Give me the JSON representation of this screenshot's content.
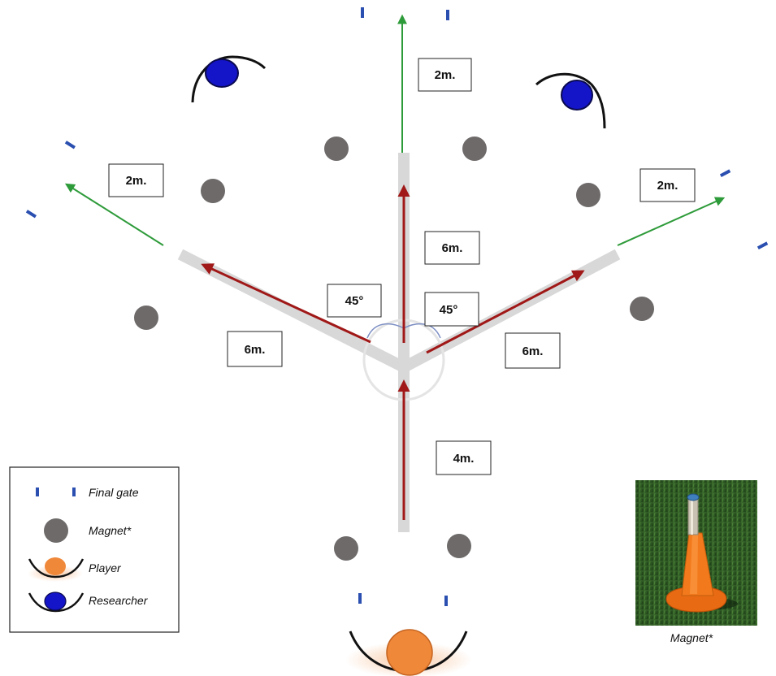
{
  "distances": {
    "top_extension": "2m.",
    "left_extension": "2m.",
    "right_extension": "2m.",
    "center_up": "6m.",
    "left_diagonal": "6m.",
    "right_diagonal": "6m.",
    "approach": "4m."
  },
  "angles": {
    "left": "45°",
    "right": "45°"
  },
  "legend": {
    "final_gate": "Final gate",
    "magnet": "Magnet*",
    "player": "Player",
    "researcher": "Researcher"
  },
  "photo_caption": "Magnet*",
  "colors": {
    "path": "#d8d8d8",
    "run_arrow": "#a01818",
    "extension_arrow": "#2e9b3a",
    "magnet": "#6e6a6a",
    "gate": "#2a4fb0",
    "player": "#f0883a",
    "researcher": "#1414c8"
  },
  "icons": {
    "gate": "gate-marker-icon",
    "magnet": "magnet-disc-icon",
    "player": "player-icon",
    "researcher": "researcher-icon",
    "photo": "orange-cone-photo"
  }
}
